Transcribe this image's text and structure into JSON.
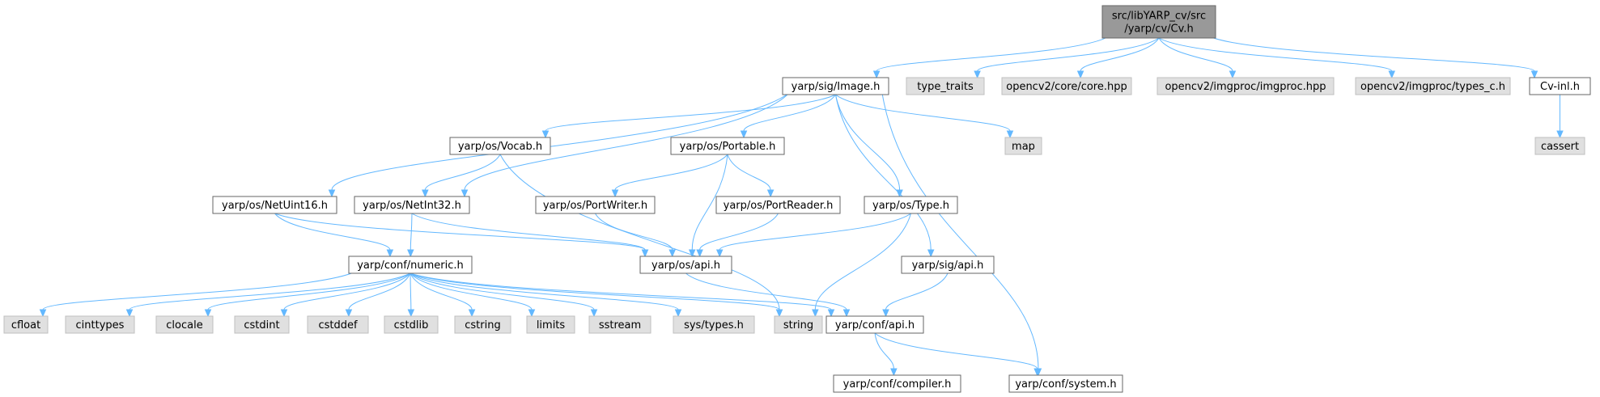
{
  "graph": {
    "colors": {
      "main_fill": "#999999",
      "local_fill": "#ffffff",
      "external_fill": "#e0e0e0",
      "edge": "#63b8ff"
    },
    "nodes": [
      {
        "id": "cv",
        "kind": "main",
        "lines": [
          "src/libYARP_cv/src",
          "/yarp/cv/Cv.h"
        ]
      },
      {
        "id": "image",
        "kind": "local",
        "lines": [
          "yarp/sig/Image.h"
        ]
      },
      {
        "id": "type_traits",
        "kind": "external",
        "lines": [
          "type_traits"
        ]
      },
      {
        "id": "core",
        "kind": "external",
        "lines": [
          "opencv2/core/core.hpp"
        ]
      },
      {
        "id": "imgproc",
        "kind": "external",
        "lines": [
          "opencv2/imgproc/imgproc.hpp"
        ]
      },
      {
        "id": "types_c",
        "kind": "external",
        "lines": [
          "opencv2/imgproc/types_c.h"
        ]
      },
      {
        "id": "cvinl",
        "kind": "local",
        "lines": [
          "Cv-inl.h"
        ]
      },
      {
        "id": "cassert",
        "kind": "external",
        "lines": [
          "cassert"
        ]
      },
      {
        "id": "vocab",
        "kind": "local",
        "lines": [
          "yarp/os/Vocab.h"
        ]
      },
      {
        "id": "portable",
        "kind": "local",
        "lines": [
          "yarp/os/Portable.h"
        ]
      },
      {
        "id": "map",
        "kind": "external",
        "lines": [
          "map"
        ]
      },
      {
        "id": "netuint16",
        "kind": "local",
        "lines": [
          "yarp/os/NetUint16.h"
        ]
      },
      {
        "id": "netint32",
        "kind": "local",
        "lines": [
          "yarp/os/NetInt32.h"
        ]
      },
      {
        "id": "portwriter",
        "kind": "local",
        "lines": [
          "yarp/os/PortWriter.h"
        ]
      },
      {
        "id": "portreader",
        "kind": "local",
        "lines": [
          "yarp/os/PortReader.h"
        ]
      },
      {
        "id": "type",
        "kind": "local",
        "lines": [
          "yarp/os/Type.h"
        ]
      },
      {
        "id": "numeric",
        "kind": "local",
        "lines": [
          "yarp/conf/numeric.h"
        ]
      },
      {
        "id": "osapi",
        "kind": "local",
        "lines": [
          "yarp/os/api.h"
        ]
      },
      {
        "id": "sigapi",
        "kind": "local",
        "lines": [
          "yarp/sig/api.h"
        ]
      },
      {
        "id": "cfloat",
        "kind": "external",
        "lines": [
          "cfloat"
        ]
      },
      {
        "id": "cinttypes",
        "kind": "external",
        "lines": [
          "cinttypes"
        ]
      },
      {
        "id": "clocale",
        "kind": "external",
        "lines": [
          "clocale"
        ]
      },
      {
        "id": "cstdint",
        "kind": "external",
        "lines": [
          "cstdint"
        ]
      },
      {
        "id": "cstddef",
        "kind": "external",
        "lines": [
          "cstddef"
        ]
      },
      {
        "id": "cstdlib",
        "kind": "external",
        "lines": [
          "cstdlib"
        ]
      },
      {
        "id": "cstring",
        "kind": "external",
        "lines": [
          "cstring"
        ]
      },
      {
        "id": "limits",
        "kind": "external",
        "lines": [
          "limits"
        ]
      },
      {
        "id": "sstream",
        "kind": "external",
        "lines": [
          "sstream"
        ]
      },
      {
        "id": "systypes",
        "kind": "external",
        "lines": [
          "sys/types.h"
        ]
      },
      {
        "id": "string",
        "kind": "external",
        "lines": [
          "string"
        ]
      },
      {
        "id": "confapi",
        "kind": "local",
        "lines": [
          "yarp/conf/api.h"
        ]
      },
      {
        "id": "compiler",
        "kind": "local",
        "lines": [
          "yarp/conf/compiler.h"
        ]
      },
      {
        "id": "system",
        "kind": "local",
        "lines": [
          "yarp/conf/system.h"
        ]
      }
    ],
    "edges": [
      [
        "cv",
        "image"
      ],
      [
        "cv",
        "type_traits"
      ],
      [
        "cv",
        "core"
      ],
      [
        "cv",
        "imgproc"
      ],
      [
        "cv",
        "types_c"
      ],
      [
        "cv",
        "cvinl"
      ],
      [
        "cvinl",
        "cassert"
      ],
      [
        "image",
        "vocab"
      ],
      [
        "image",
        "portable"
      ],
      [
        "image",
        "map"
      ],
      [
        "image",
        "netuint16"
      ],
      [
        "image",
        "netint32"
      ],
      [
        "image",
        "type"
      ],
      [
        "image",
        "sigapi"
      ],
      [
        "image",
        "system"
      ],
      [
        "vocab",
        "netint32"
      ],
      [
        "vocab",
        "string"
      ],
      [
        "portable",
        "portwriter"
      ],
      [
        "portable",
        "portreader"
      ],
      [
        "portable",
        "osapi"
      ],
      [
        "netuint16",
        "numeric"
      ],
      [
        "netuint16",
        "osapi"
      ],
      [
        "netint32",
        "numeric"
      ],
      [
        "netint32",
        "osapi"
      ],
      [
        "portwriter",
        "osapi"
      ],
      [
        "portreader",
        "osapi"
      ],
      [
        "type",
        "osapi"
      ],
      [
        "type",
        "string"
      ],
      [
        "numeric",
        "cfloat"
      ],
      [
        "numeric",
        "cinttypes"
      ],
      [
        "numeric",
        "clocale"
      ],
      [
        "numeric",
        "cstdint"
      ],
      [
        "numeric",
        "cstddef"
      ],
      [
        "numeric",
        "cstdlib"
      ],
      [
        "numeric",
        "cstring"
      ],
      [
        "numeric",
        "limits"
      ],
      [
        "numeric",
        "sstream"
      ],
      [
        "numeric",
        "systypes"
      ],
      [
        "numeric",
        "string"
      ],
      [
        "numeric",
        "confapi"
      ],
      [
        "osapi",
        "confapi"
      ],
      [
        "sigapi",
        "confapi"
      ],
      [
        "confapi",
        "compiler"
      ],
      [
        "confapi",
        "system"
      ]
    ]
  }
}
